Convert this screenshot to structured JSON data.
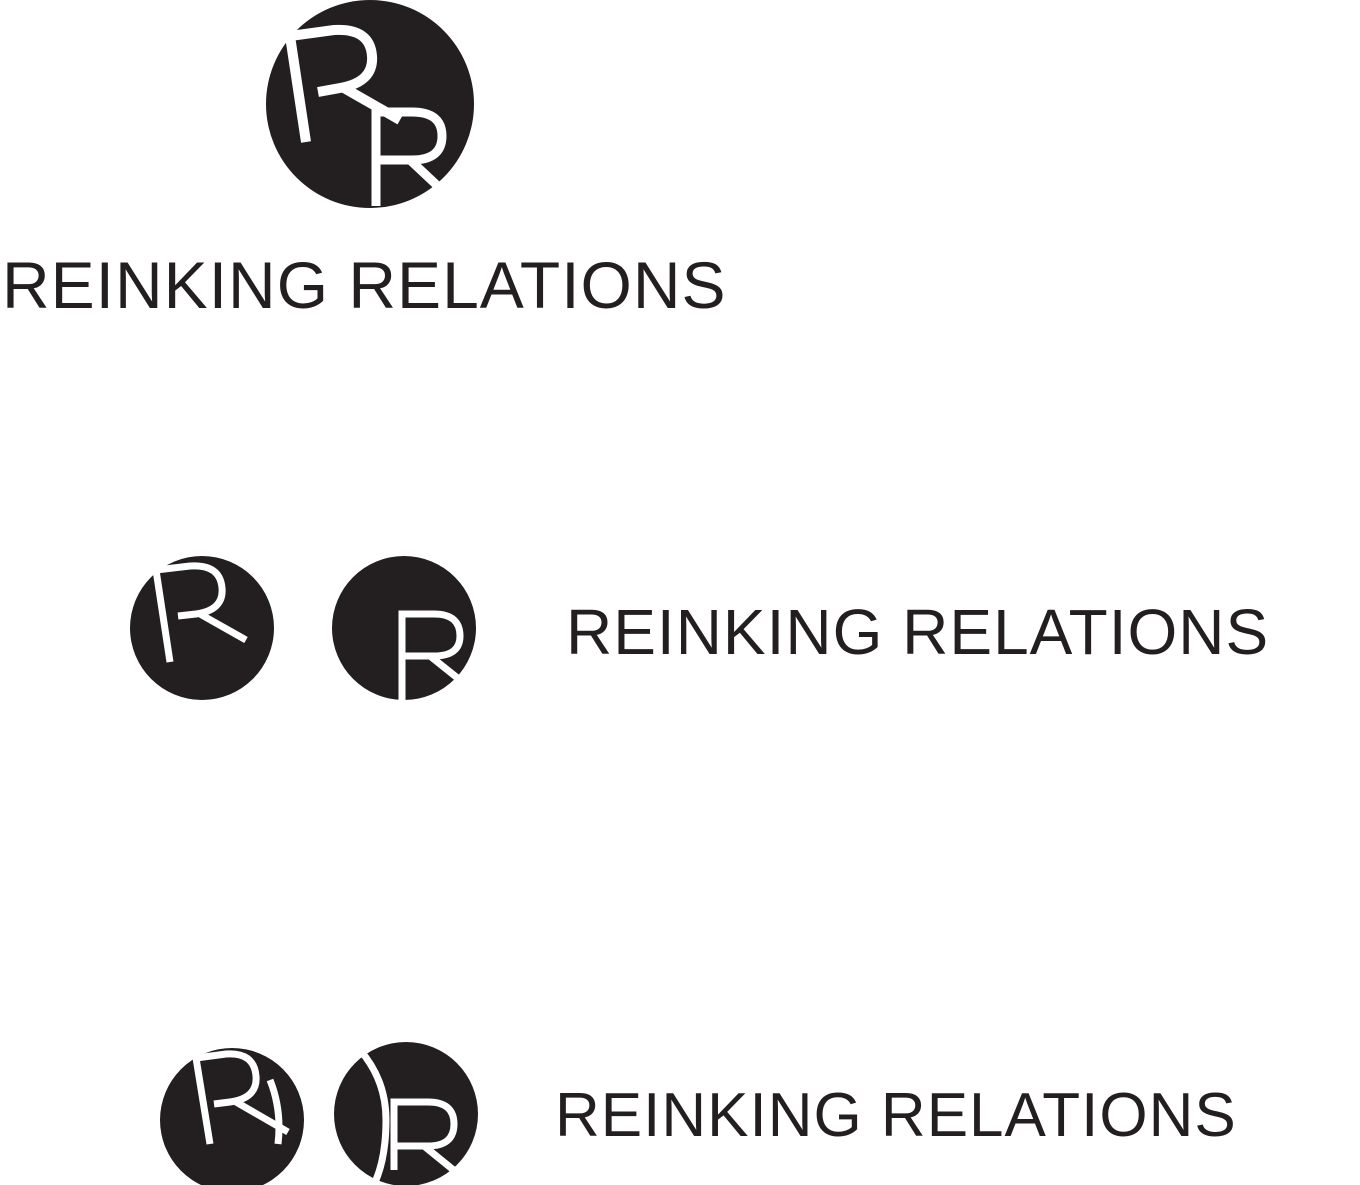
{
  "colors": {
    "background": "#ffffff",
    "ink": "#231f20",
    "letter_on_disc": "#ffffff"
  },
  "variants": [
    {
      "name": "stacked",
      "monogram": "RR",
      "wordmark": "REINKING RELATIONS"
    },
    {
      "name": "horizontal-split",
      "monogram_left": "R",
      "monogram_right": "R",
      "wordmark": "REINKING RELATIONS"
    },
    {
      "name": "horizontal-overlap",
      "monogram_left": "R",
      "monogram_right": "R",
      "wordmark": "REINKING RELATIONS"
    }
  ]
}
